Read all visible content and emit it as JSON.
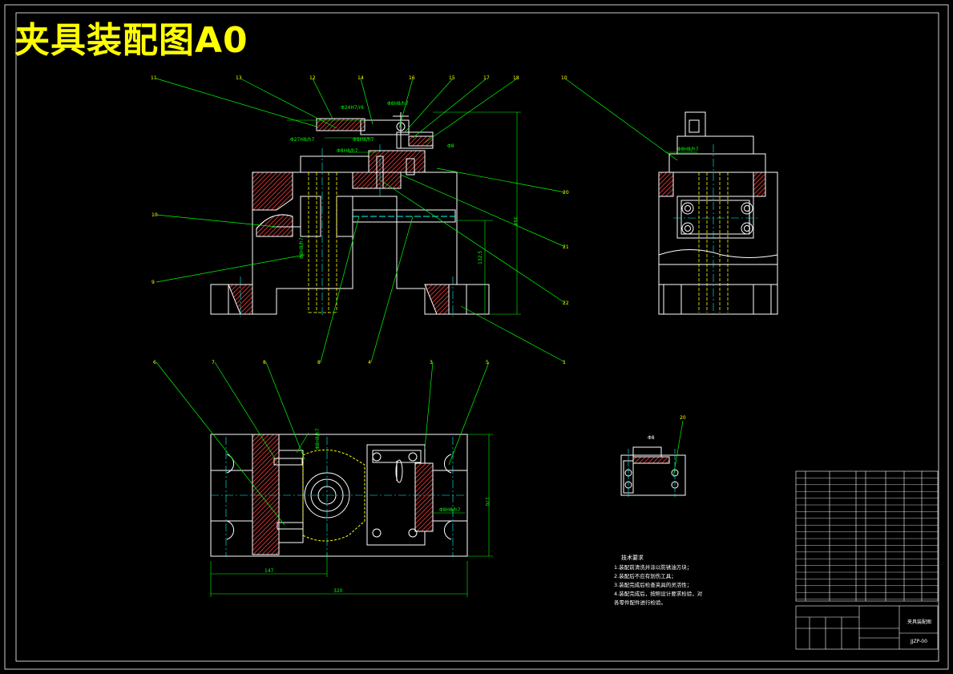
{
  "title": "夹具装配图A0",
  "colors": {
    "background": "#000000",
    "outline": "#ffffff",
    "leader": "#00ff00",
    "hatch": "#cc3333",
    "hidden": "#ffff00",
    "center": "#00ffff",
    "title_text": "#ffff00"
  },
  "front_view": {
    "fits": [
      "Φ24H7/r6",
      "Φ8H8/h7",
      "Φ27H8/h7",
      "Φ8H8/h7",
      "Φ8H8/h7",
      "Φ8H8/h7"
    ],
    "dims": {
      "height": "354",
      "sub_height": "132.5",
      "small": "Φ8"
    }
  },
  "side_view": {
    "fit": "Φ8H8/h7"
  },
  "plan_view": {
    "fits": [
      "Φ8H8/h7",
      "Φ8H8/h7"
    ],
    "dims": {
      "width_small": "147",
      "width_total": "320",
      "height": "170"
    }
  },
  "detail_view": {
    "fit": "Φ8"
  },
  "tech_req": {
    "heading": "技术要求",
    "lines": [
      "1.装配前清洗并涂以防锈油方块；",
      "2.装配后不应有划伤工具；",
      "3.装配完成后检查夹具的灵活性；",
      "4.装配完成后，按照设计要求检验，对",
      "各零件配件进行检验。"
    ]
  },
  "title_block": {
    "drawing_name": "夹具装配图",
    "drawing_no": "JJZP-00"
  }
}
